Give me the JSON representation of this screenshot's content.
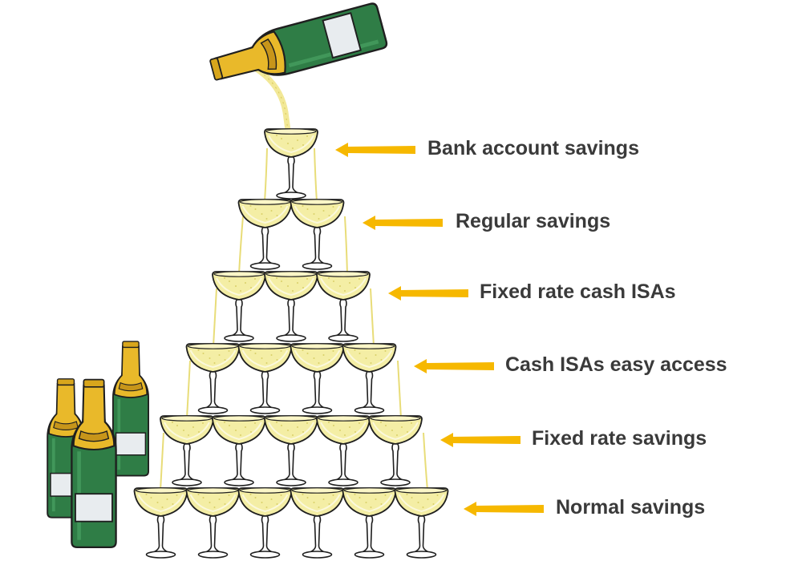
{
  "colors": {
    "arrow": "#f6b800",
    "label_text": "#3a3a3a",
    "bottle_green": "#2f7d46",
    "bottle_foil": "#e9b92a",
    "glass_fill": "#f4eea5",
    "outline": "#1f1f1f"
  },
  "icons": {
    "pouring_bottle": "champagne-bottle-icon",
    "standing_bottles": "champagne-bottle-icon",
    "glass": "coupe-glass-icon",
    "pointer": "arrow-left-icon"
  },
  "tiers": [
    {
      "label": "Bank account savings",
      "glasses": 1
    },
    {
      "label": "Regular savings",
      "glasses": 2
    },
    {
      "label": "Fixed rate cash ISAs",
      "glasses": 3
    },
    {
      "label": "Cash ISAs easy access",
      "glasses": 4
    },
    {
      "label": "Fixed rate savings",
      "glasses": 5
    },
    {
      "label": "Normal savings",
      "glasses": 6
    }
  ]
}
